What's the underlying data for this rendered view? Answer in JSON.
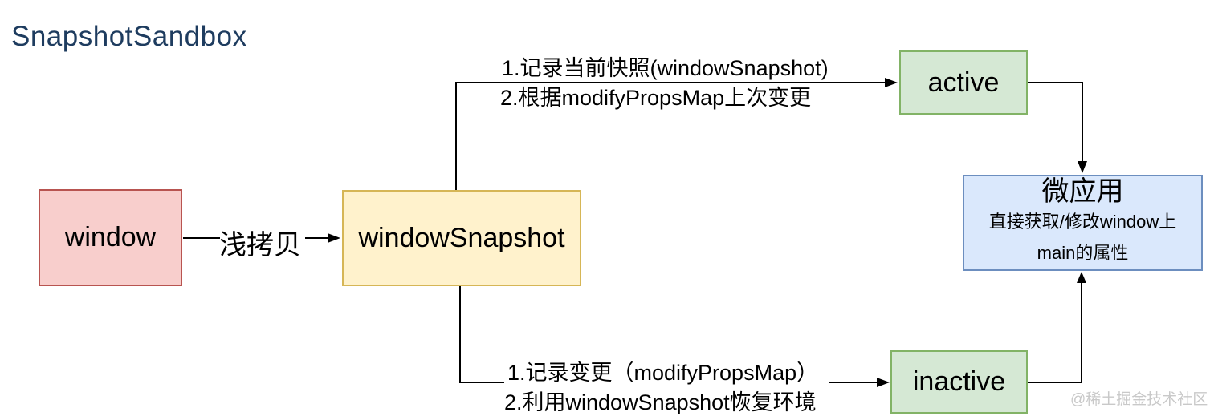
{
  "title": "SnapshotSandbox",
  "colors": {
    "title_color": "#1e3c5f",
    "red_fill": "#f8cecc",
    "red_stroke": "#b85450",
    "yellow_fill": "#fff2cc",
    "yellow_stroke": "#d6b656",
    "green_fill": "#d5e8d4",
    "green_stroke": "#82b366",
    "blue_fill": "#dae8fc",
    "blue_stroke": "#6c8ebf",
    "line_color": "#000000",
    "watermark_color": "#c9c9c9"
  },
  "nodes": {
    "window": {
      "label": "window"
    },
    "window_snapshot": {
      "label": "windowSnapshot"
    },
    "active": {
      "label": "active"
    },
    "inactive": {
      "label": "inactive"
    },
    "micro_app": {
      "title": "微应用",
      "desc_line1": "直接获取/修改window上",
      "desc_line2": "main的属性"
    }
  },
  "edges": {
    "shallow_copy": {
      "label": "浅拷贝"
    },
    "to_active": {
      "line1": "1.记录当前快照(windowSnapshot)",
      "line2": "2.根据modifyPropsMap上次变更"
    },
    "to_inactive": {
      "line1": "1.记录变更（modifyPropsMap）",
      "line2": "2.利用windowSnapshot恢复环境"
    }
  },
  "watermark": {
    "text": "@稀土掘金技术社区"
  }
}
